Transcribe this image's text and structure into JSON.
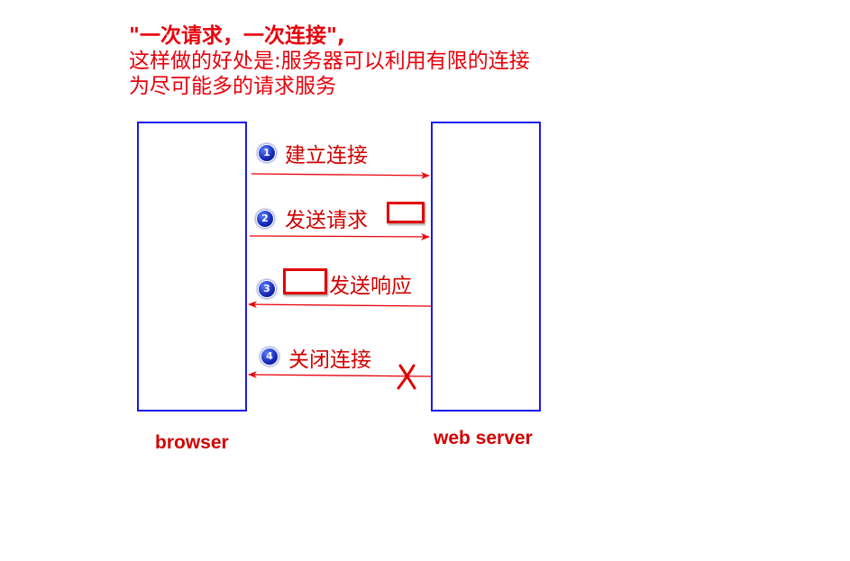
{
  "caption": {
    "line1": "\"一次请求，一次连接\",",
    "line2": "这样做的好处是:服务器可以利用有限的连接",
    "line3": "为尽可能多的请求服务"
  },
  "parties": {
    "client": "browser",
    "server": "web server"
  },
  "steps": [
    {
      "number": "1",
      "label": "建立连接",
      "direction": "to-server"
    },
    {
      "number": "2",
      "label": "发送请求",
      "direction": "to-server"
    },
    {
      "number": "3",
      "label": "发送响应",
      "direction": "to-client"
    },
    {
      "number": "4",
      "label": "关闭连接",
      "direction": "to-client"
    }
  ],
  "colors": {
    "text": "#d10000",
    "arrow": "#e8000b",
    "box_border": "#1a1aee",
    "badge": "#1528b8"
  },
  "icons": {
    "close_mark": "cross-icon",
    "step_marker": "numbered-circle-icon",
    "packet": "packet-icon"
  }
}
